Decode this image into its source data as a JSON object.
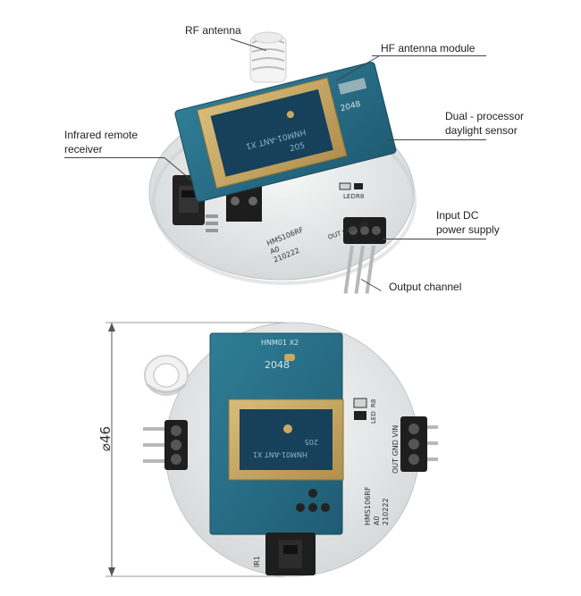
{
  "labels": {
    "rf_antenna": "RF antenna",
    "hf_module": "HF antenna module",
    "dual_processor_1": "Dual - processor",
    "dual_processor_2": "daylight sensor",
    "ir_receiver_1": "Infrared remote",
    "ir_receiver_2": "receiver",
    "input_dc_1": "Input DC",
    "input_dc_2": "power supply",
    "output_channel": "Output channel"
  },
  "board_markings": {
    "top": {
      "chip_text": "HNM01-ANT X1",
      "chip_code": "205",
      "model": "HMS106RF",
      "rev": "A0",
      "date": "210222",
      "led": "LED",
      "r8": "R8",
      "pins": "OUT GND VIN",
      "module_code": "2048"
    },
    "bottom": {
      "top_label": "HNM01 X2",
      "module_code": "2048",
      "chip_text": "HNM01-ANT X1",
      "chip_code": "205",
      "led": "LED",
      "r8": "R8",
      "pins": "OUT GND VIN",
      "model": "HMS106RF",
      "rev": "A0",
      "date": "210222",
      "ir": "IR1"
    }
  },
  "dimension": {
    "value": "46",
    "symbol": "⌀"
  },
  "colors": {
    "pcb": "#e8eaea",
    "module": "#2a6f86",
    "shield": "#c8a963",
    "shield_inner": "#17405a"
  }
}
